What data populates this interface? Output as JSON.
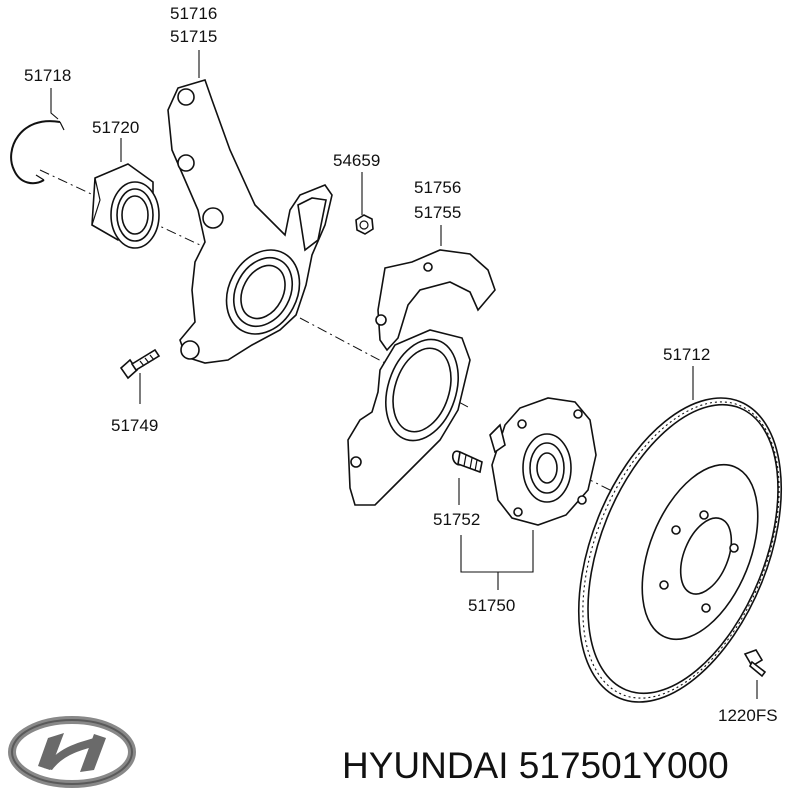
{
  "brand": {
    "logo": "hyundai-logo",
    "caption": "HYUNDAI 517501Y000"
  },
  "callouts": {
    "knuckle_lh": "51716",
    "knuckle_rh": "51715",
    "snap_ring": "51718",
    "bearing": "51720",
    "nut": "54659",
    "dust_cover_lh": "51756",
    "dust_cover_rh": "51755",
    "disc": "51712",
    "bolt": "51749",
    "hub_bolt": "51752",
    "hub_assembly": "51750",
    "disc_screw": "1220FS"
  }
}
